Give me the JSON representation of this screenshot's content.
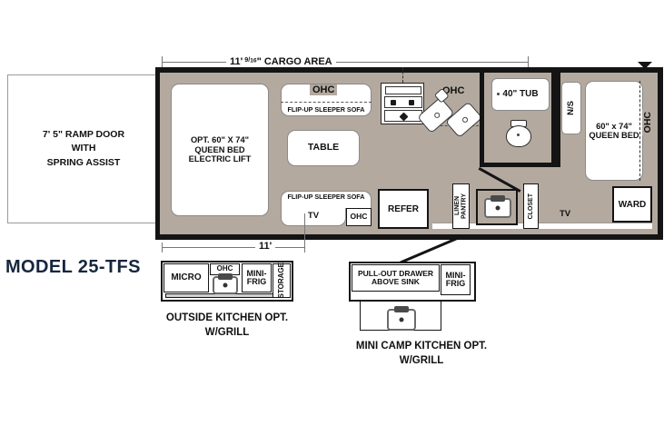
{
  "model": {
    "label": "MODEL 25-TFS",
    "color": "#16263f"
  },
  "dimensions": {
    "cargo_top": "11' 9/16\" CARGO AREA",
    "cargo_top_feet": "11'",
    "cargo_top_fraction_num": "9",
    "cargo_top_fraction_den": "16",
    "cargo_top_suffix": "\" CARGO AREA",
    "cargo_bottom": "11'"
  },
  "ramp_door": {
    "line1": "7' 5\" RAMP DOOR",
    "line2": "WITH",
    "line3": "SPRING ASSIST"
  },
  "main_floorplan": {
    "bed_garage": "OPT. 60\" X 74\"\nQUEEN BED\nELECTRIC LIFT",
    "bed_garage_line1": "OPT. 60\" X 74\"",
    "bed_garage_line2": "QUEEN BED",
    "bed_garage_line3": "ELECTRIC LIFT",
    "table": "TABLE",
    "sofa_upper": "FLIP-UP SLEEPER SOFA",
    "sofa_lower": "FLIP-UP SLEEPER SOFA",
    "ohc_upper": "OHC",
    "ohc_lower": "OHC",
    "ohc_kitchen": "OHC",
    "ohc_bedroom": "OHC",
    "tv_main": "TV",
    "tv_bedroom": "TV",
    "refer": "REFER",
    "tub": "40\" TUB",
    "nightstand": "N/S",
    "queen_bed": "60\" x 74\"\nQUEEN BED",
    "queen_bed_line1": "60\" x 74\"",
    "queen_bed_line2": "QUEEN BED",
    "wardrobe": "WARD",
    "linen_pantry": "LINEN/PANTRY",
    "linen_pantry_line1": "LINEN",
    "linen_pantry_line2": "PANTRY",
    "closet": "CLOSET"
  },
  "outside_kitchen": {
    "caption_line1": "OUTSIDE KITCHEN OPT.",
    "caption_line2": "W/GRILL",
    "micro": "MICRO",
    "ohc": "OHC",
    "mini_frig_line1": "MINI-",
    "mini_frig_line2": "FRIG",
    "storage": "STORAGE"
  },
  "mini_camp_kitchen": {
    "caption_line1": "MINI CAMP KITCHEN OPT.",
    "caption_line2": "W/GRILL",
    "drawer_line1": "PULL-OUT DRAWER",
    "drawer_line2": "ABOVE SINK",
    "mini_frig_line1": "MINI-",
    "mini_frig_line2": "FRIG"
  },
  "palette": {
    "floor": "#b3a99f",
    "wall": "#141414",
    "room_fill": "#ffffff",
    "room_stroke": "#8a8a8a",
    "text": "#111111",
    "dim_line": "#777777"
  }
}
